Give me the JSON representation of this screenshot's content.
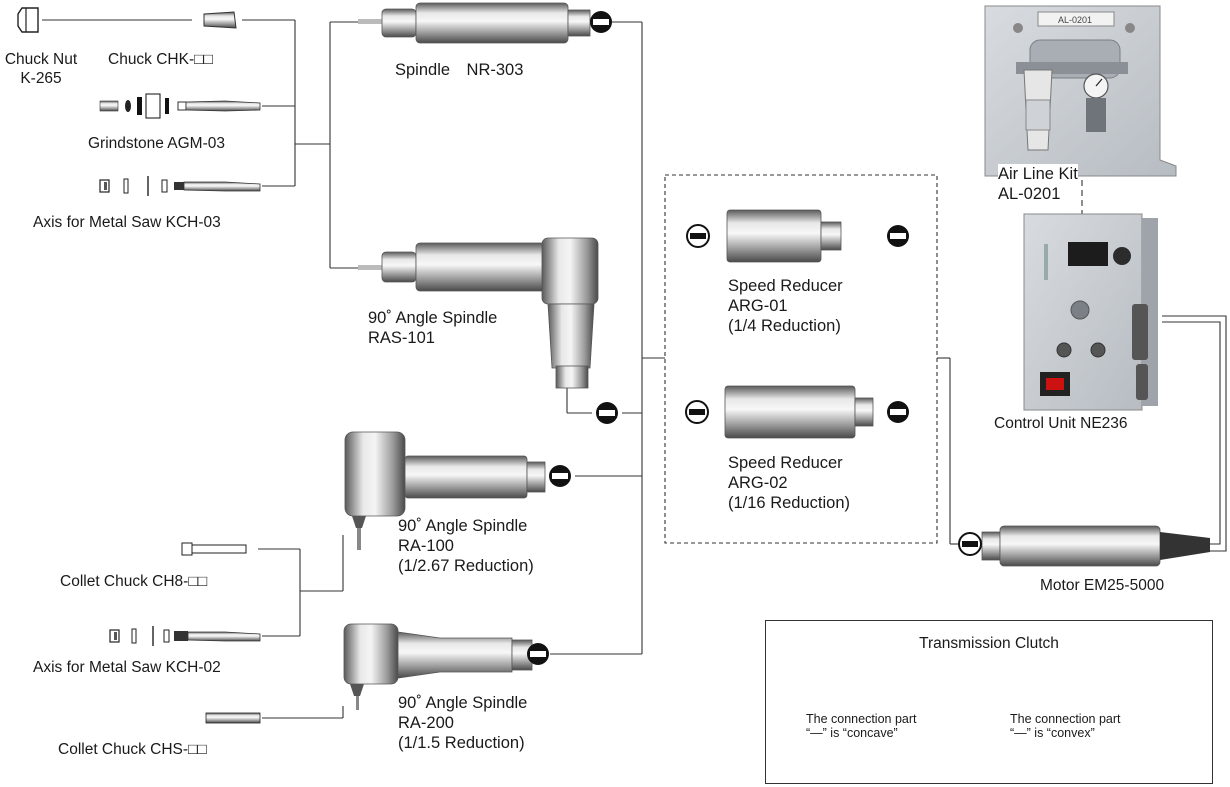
{
  "labels": {
    "chuck_nut": "Chuck Nut",
    "chuck_nut_code": "K-265",
    "chuck_chk": "Chuck CHK-□□",
    "grindstone": "Grindstone AGM-03",
    "axis_kch03": "Axis for Metal Saw KCH-03",
    "spindle_nr303": "Spindle　NR-303",
    "ras101_line1": "90˚ Angle Spindle",
    "ras101_line2": "RAS-101",
    "ra100_line1": "90˚ Angle Spindle",
    "ra100_line2": "RA-100",
    "ra100_line3": "(1/2.67 Reduction)",
    "collet_ch8": "Collet Chuck CH8-□□",
    "axis_kch02": "Axis for Metal Saw KCH-02",
    "ra200_line1": "90˚ Angle Spindle",
    "ra200_line2": "RA-200",
    "ra200_line3": "(1/1.5 Reduction)",
    "collet_chs": "Collet Chuck CHS-□□",
    "arg01_line1": "Speed Reducer",
    "arg01_line2": "ARG-01",
    "arg01_line3": "(1/4 Reduction)",
    "arg02_line1": "Speed Reducer",
    "arg02_line2": "ARG-02",
    "arg02_line3": "(1/16 Reduction)",
    "air_line1": "Air Line Kit",
    "air_line2": "AL-0201",
    "control_unit": "Control Unit NE236",
    "motor": "Motor EM25-5000",
    "panel_plate": "AL-0201"
  },
  "legend": {
    "title": "Transmission Clutch",
    "concave_line1": "The connection part",
    "concave_line2": "“—” is “concave”",
    "convex_line1": "The connection part",
    "convex_line2": "“—” is “convex”"
  },
  "colors": {
    "line": "#333333",
    "metal_dark": "#6e6e6e",
    "metal_light": "#e6e6e6",
    "panel": "#c9cdd2"
  }
}
